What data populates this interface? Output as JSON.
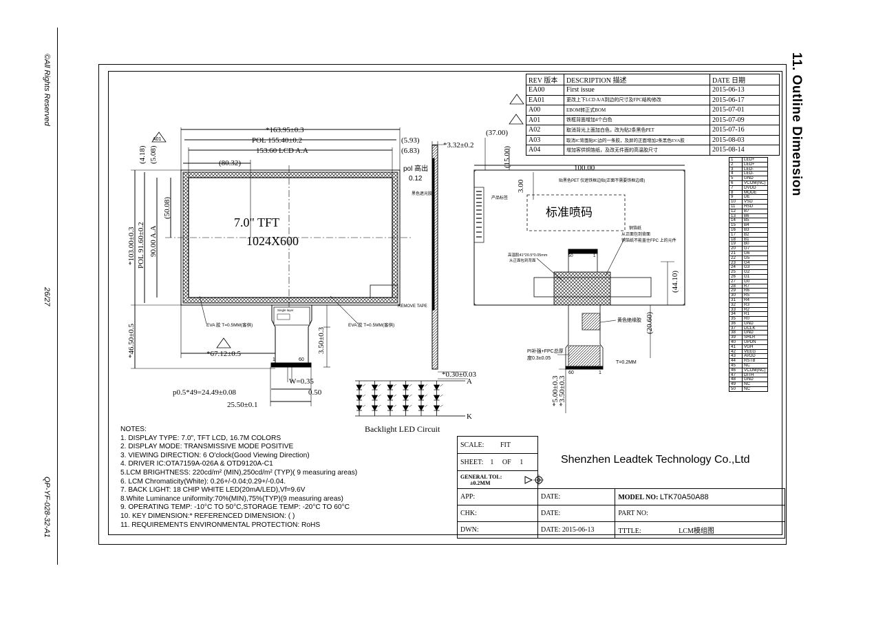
{
  "side": {
    "copyright": "©All Rights Reserved",
    "page": "26/27",
    "doc_code": "QP-YF-028-32-A1"
  },
  "section_title": "11. Outline Dimension",
  "revisions": {
    "headers": [
      "REV 版本",
      "DESCRIPTION 描述",
      "DATE 日期"
    ],
    "rows": [
      {
        "rev": "EA00",
        "desc": "First issue",
        "date": "2015-06-13"
      },
      {
        "rev": "EA01",
        "desc": "更改上下LCD A/A到边的尺寸及FPC结构修改",
        "date": "2015-06-17"
      },
      {
        "rev": "A00",
        "desc": "EBOM转正式BOM",
        "date": "2015-07-01"
      },
      {
        "rev": "A01",
        "desc": "铁框背面增加4个白色",
        "date": "2015-07-09"
      },
      {
        "rev": "A02",
        "desc": "取消背光上面加白色，改为贴2条黑色PET",
        "date": "2015-07-16"
      },
      {
        "rev": "A03",
        "desc": "取消IC背面贴IC边的一条胶，及屏的正面增加2条黑色EVA胶",
        "date": "2015-08-03"
      },
      {
        "rev": "A04",
        "desc": "增加客供铜箔纸，及改无件面的高温胶尺寸",
        "date": "2015-08-14"
      }
    ]
  },
  "pins": [
    {
      "n": "1",
      "s": "LED+"
    },
    {
      "n": "2",
      "s": "LED+"
    },
    {
      "n": "3",
      "s": "LED-"
    },
    {
      "n": "4",
      "s": "LED-"
    },
    {
      "n": "5",
      "s": "GND"
    },
    {
      "n": "6",
      "s": "VCOM(NC)"
    },
    {
      "n": "7",
      "s": "DVDD"
    },
    {
      "n": "8",
      "s": "MODE"
    },
    {
      "n": "9",
      "s": "DE"
    },
    {
      "n": "10",
      "s": "VSD"
    },
    {
      "n": "11",
      "s": "HSD"
    },
    {
      "n": "12",
      "s": "B7"
    },
    {
      "n": "13",
      "s": "B6"
    },
    {
      "n": "14",
      "s": "B5"
    },
    {
      "n": "15",
      "s": "B4"
    },
    {
      "n": "16",
      "s": "B3"
    },
    {
      "n": "17",
      "s": "B2"
    },
    {
      "n": "18",
      "s": "B1"
    },
    {
      "n": "19",
      "s": "B0"
    },
    {
      "n": "20",
      "s": "G7"
    },
    {
      "n": "21",
      "s": "G6"
    },
    {
      "n": "22",
      "s": "G5"
    },
    {
      "n": "23",
      "s": "G4"
    },
    {
      "n": "24",
      "s": "G3"
    },
    {
      "n": "25",
      "s": "G2"
    },
    {
      "n": "26",
      "s": "G1"
    },
    {
      "n": "27",
      "s": "G0"
    },
    {
      "n": "28",
      "s": "R7"
    },
    {
      "n": "29",
      "s": "R6"
    },
    {
      "n": "30",
      "s": "R5"
    },
    {
      "n": "31",
      "s": "R4"
    },
    {
      "n": "32",
      "s": "R3"
    },
    {
      "n": "33",
      "s": "R2"
    },
    {
      "n": "34",
      "s": "R1"
    },
    {
      "n": "35",
      "s": "R0"
    },
    {
      "n": "36",
      "s": "GND"
    },
    {
      "n": "37",
      "s": "DCLK"
    },
    {
      "n": "38",
      "s": "GND"
    },
    {
      "n": "39",
      "s": "SHLR"
    },
    {
      "n": "40",
      "s": "UPDN"
    },
    {
      "n": "41",
      "s": "VGH"
    },
    {
      "n": "42",
      "s": "VEEG"
    },
    {
      "n": "43",
      "s": "AVDD"
    },
    {
      "n": "44",
      "s": "RSTB"
    },
    {
      "n": "45",
      "s": "NC"
    },
    {
      "n": "46",
      "s": "VCOM(NC)"
    },
    {
      "n": "47",
      "s": "DITH"
    },
    {
      "n": "48",
      "s": "GND"
    },
    {
      "n": "49",
      "s": "NC"
    },
    {
      "n": "50",
      "s": "NC"
    }
  ],
  "front": {
    "panel_line1": "7.0\" TFT",
    "panel_line2": "1024X600",
    "dim_top1": "*163.95±0.3",
    "dim_top2": "POL 155.40±0.2",
    "dim_top3": "153.60  LCD A.A",
    "dim_5_93": "(5.93)",
    "dim_6_83": "(6.83)",
    "dim_80_32": "(80.32)",
    "dim_4_18": "(4.18)",
    "dim_5_08": "(5.08)",
    "dim_50_08": "(50.08)",
    "dim_v1": "*103.00±0.3",
    "dim_v2": "POL 91.60±0.2",
    "dim_v3": "90.00 A.A",
    "dim_46_5": "*46.50±0.5",
    "dim_67_12": "*67.12±0.5",
    "dim_3_50": "3.50±0.3",
    "dim_w": "W=0.35",
    "dim_pitch": "p0.5*49=24.49±0.08",
    "dim_0_50": "0.50",
    "dim_25_5": "25.50±0.1",
    "eva_left": "EVA 胶 T=0.5MM(客供)",
    "eva_right": "EVA 胶 T=0.5MM(客供)",
    "remove_tape": "REMOVE TAPE",
    "fpc_1": "1",
    "fpc_60": "60",
    "single_layer": "Single layer",
    "a01": "A01"
  },
  "side_view": {
    "dim_3_32": "*3.32±0.2",
    "pol_height": "pol 高出",
    "pol_val": "0.12",
    "black_tape": "黑色遮光胶",
    "dim_0_30": "*0.30±0.03",
    "label_a": "A",
    "label_k": "K"
  },
  "back": {
    "dim_37": "(37.00)",
    "dim_15": "(15.00)",
    "dim_100": "100.00",
    "dim_3_00": "3.00",
    "pet_note": "贴黑色PET 仅遮铁框边贴(正面不需要铁框边缘)",
    "product_label": "产品标签",
    "spray_code": "标准喷码",
    "copper_note1": "铜箔纸",
    "copper_note2": "从正面包到背面",
    "copper_note3": "铜箔纸不能盖住FPC 上的元件",
    "hot_tape": "高温胶41*20.5*0.05mm",
    "hot_tape2": "从正面包到背面",
    "dim_44_10": "(44.10)",
    "dim_20_60": "(20.60)",
    "yellow_tape": "黄色绝缘胶",
    "pi_note": "PI补强+FPC总厚",
    "pi_note2": "度0.3±0.05",
    "t_02": "T=0.2MM",
    "fpc_60": "60",
    "fpc_1": "1",
    "dim_5_00": "*5.00±0.3",
    "dim_3_50": "*3.50±0.3",
    "pin_label_1": "1",
    "pin_label_50": "50"
  },
  "backlight_title": "Backlight LED Circuit",
  "notes": {
    "title": "NOTES:",
    "items": [
      "1. DISPLAY TYPE: 7.0\", TFT LCD, 16.7M COLORS",
      "2. DISPLAY MODE: TRANSMISSIVE MODE POSITIVE",
      "3. VIEWING DIRECTION:   6 O'clock(Good Viewing Direction)",
      "4. DRIVER IC:OTA7159A-026A  &  OTD9120A-C1",
      "5.LCM BRIGHTNESS: 220cd/m² (MIN),250cd/m² (TYP)( 9 measuring areas)",
      "6. LCM Chromaticity(White):  0.26+/-0.04;0.29+/-0.04.",
      "7. BACK LIGHT: 18 CHIP WHITE LED(20mA/LED),Vf=9.6V",
      "8.White Luminance uniformity:70%(MIN),75%(TYP)(9 measuring areas)",
      "9. OPERATING TEMP: -10°C TO 50°C,STORAGE TEMP: -20°C TO 60°C",
      "10. KEY DIMENSION:* REFERENCED DIMENSION: (    )",
      "11. REQUIREMENTS ENVIRONMENTAL PROTECTION: RoHS"
    ]
  },
  "titleblock": {
    "scale_label": "SCALE:",
    "scale_val": "FIT",
    "sheet_label": "SHEET:",
    "sheet_val": "1",
    "of_label": "OF",
    "of_val": "1",
    "tol_label": "GENERAL TOL:",
    "tol_val": "±0.2MM",
    "company": "Shenzhen Leadtek Technology Co.,Ltd",
    "app_label": "APP:",
    "date_label1": "DATE:",
    "model_label": "MODEL NO:",
    "model_val": "LTK70A50A88",
    "chk_label": "CHK:",
    "date_label2": "DATE:",
    "part_label": "PART NO:",
    "dwn_label": "DWN:",
    "date_label3": "DATE:",
    "date_val": "2015-06-13",
    "title_label": "TTTLE:",
    "title_val": "LCM模组图"
  }
}
